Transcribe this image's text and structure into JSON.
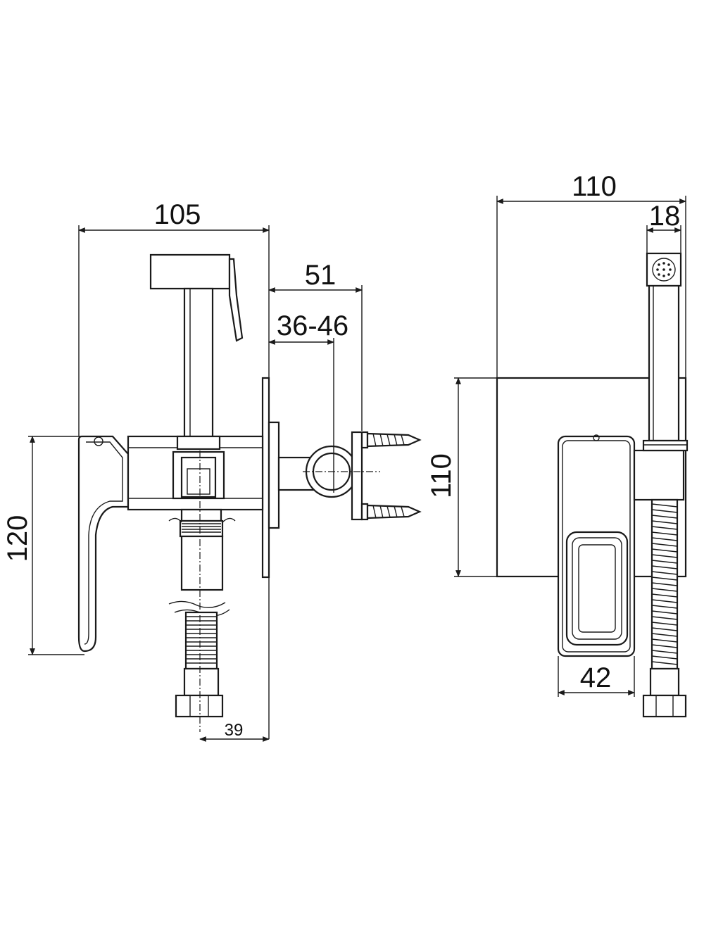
{
  "dimensions": {
    "side_width": "105",
    "side_height": "120",
    "holder_depth": "51",
    "holder_range": "36-46",
    "hose_offset": "39",
    "front_width": "110",
    "front_height": "110",
    "handset_width": "18",
    "body_width": "42"
  },
  "colors": {
    "line": "#1a1a1a",
    "background": "#ffffff"
  }
}
